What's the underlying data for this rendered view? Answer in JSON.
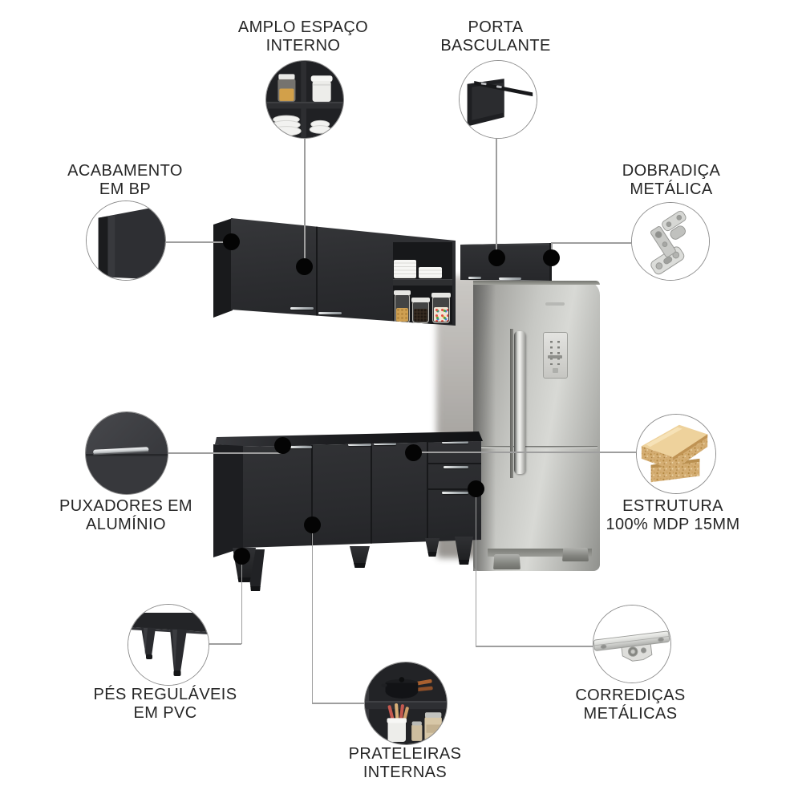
{
  "product": {
    "description": "Black modular kitchen cabinet set (wall cabinets with open niche, bridge cabinet, base cabinet with doors and drawers) shown with a stainless steel refrigerator"
  },
  "features": {
    "amplo_espaco_interno": {
      "line1": "AMPLO ESPAÇO",
      "line2": "INTERNO",
      "icon": "open-shelf-compartments-icon"
    },
    "porta_basculante": {
      "line1": "PORTA",
      "line2": "BASCULANTE",
      "icon": "flip-up-door-icon"
    },
    "acabamento_em_bp": {
      "line1": "ACABAMENTO",
      "line2": "EM BP",
      "icon": "bp-finish-panel-icon"
    },
    "dobradica_metalica": {
      "line1": "DOBRADIÇA",
      "line2": "METÁLICA",
      "icon": "metal-hinge-icon"
    },
    "puxadores_em_aluminio": {
      "line1": "PUXADORES EM",
      "line2": "ALUMÍNIO",
      "icon": "aluminum-handle-icon"
    },
    "estrutura_mdp": {
      "line1": "ESTRUTURA",
      "line2": "100% MDP 15MM",
      "icon": "mdp-board-icon"
    },
    "pes_regulaveis": {
      "line1": "PÉS REGULÁVEIS",
      "line2": "EM PVC",
      "icon": "pvc-adjustable-feet-icon"
    },
    "prateleiras_internas": {
      "line1": "PRATELEIRAS",
      "line2": "INTERNAS",
      "icon": "internal-shelves-icon"
    },
    "corredicas_metalicas": {
      "line1": "CORREDIÇAS",
      "line2": "METÁLICAS",
      "icon": "metal-drawer-slide-icon"
    }
  },
  "colors": {
    "background": "#ffffff",
    "label_text": "#262626",
    "connector_line": "#9e9e9e",
    "callout_dot": "#040404",
    "cabinet_black": "#2b2c2f",
    "cabinet_edge_dark": "#1a1b1d",
    "aluminum_handle": "#d5d7d8",
    "fridge_steel_light": "#d6d7d3",
    "fridge_steel_dark": "#8b8b89",
    "mdp_veneer": "#eed29c",
    "mdp_core": "#d4ad72",
    "wall_shadow": "#96938f"
  }
}
